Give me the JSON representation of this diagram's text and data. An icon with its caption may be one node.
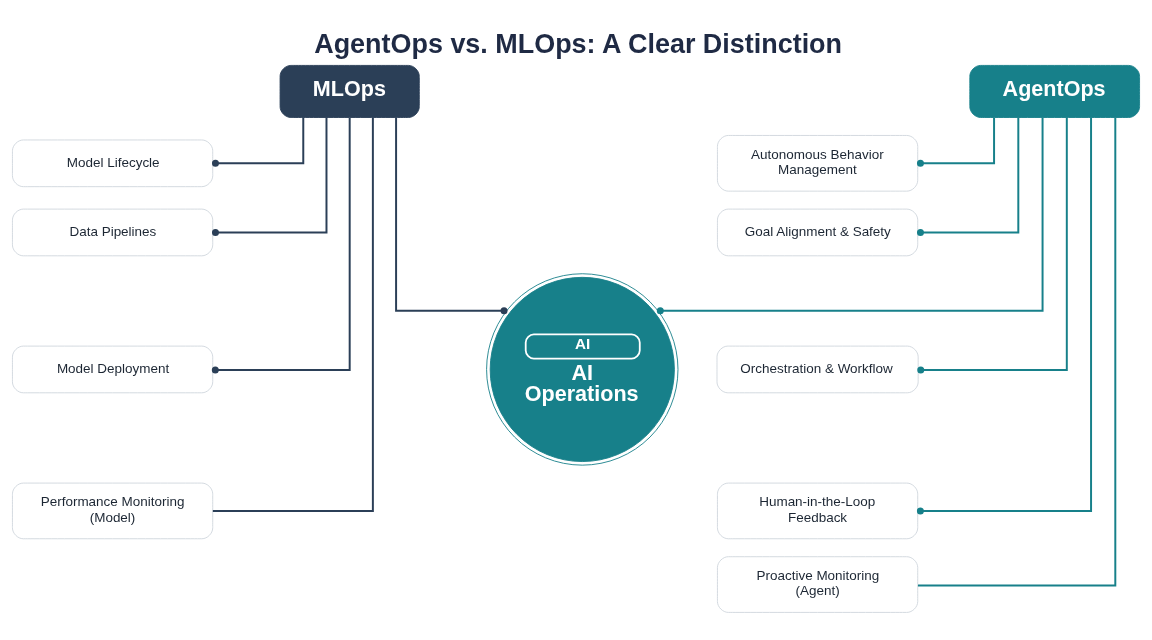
{
  "diagram": {
    "title": "AgentOps vs. MLOps: A Clear Distinction",
    "nodes": [
      {
        "text": [
          "MLOps"
        ]
      },
      {
        "text": [
          "Model Lifecycle"
        ]
      },
      {
        "text": [
          "Data Pipelines"
        ]
      },
      {
        "text": [
          "Model Deployment"
        ]
      },
      {
        "text": [
          "Performance Monitoring (Model)"
        ]
      },
      {
        "text": [
          "AI",
          "AI Operations"
        ]
      },
      {
        "text": [
          "AgentOps"
        ]
      },
      {
        "text": [
          "Autonomous Behavior Management"
        ]
      },
      {
        "text": [
          "Goal Alignment & Safety"
        ]
      },
      {
        "text": [
          "Orchestration & Workflow"
        ]
      },
      {
        "text": [
          "Human-in-the-Loop Feedback"
        ]
      },
      {
        "text": [
          "Proactive Monitoring (Agent)"
        ]
      }
    ],
    "edges": [
      {
        "from": 0,
        "to": 5,
        "arrow": "other",
        "color": "#2b3f57"
      },
      {
        "from": 6,
        "to": 5,
        "arrow": "other"
      },
      {
        "from": 0,
        "to": 1,
        "arrow": "other",
        "color": "#2b3f57"
      },
      {
        "from": 0,
        "to": 2,
        "arrow": "other",
        "color": "#2b3f57"
      },
      {
        "from": 0,
        "to": 3,
        "arrow": "other",
        "color": "#2b3f57"
      },
      {
        "from": 0,
        "to": 4,
        "arrow": "none",
        "color": "#2b3f57"
      },
      {
        "from": 6,
        "to": 7,
        "arrow": "other"
      },
      {
        "from": 6,
        "to": 8,
        "arrow": "other"
      },
      {
        "from": 6,
        "to": 9,
        "arrow": "other"
      },
      {
        "from": 6,
        "to": 10,
        "arrow": "other"
      },
      {
        "from": 6,
        "to": 11,
        "arrow": "none"
      }
    ]
  }
}
